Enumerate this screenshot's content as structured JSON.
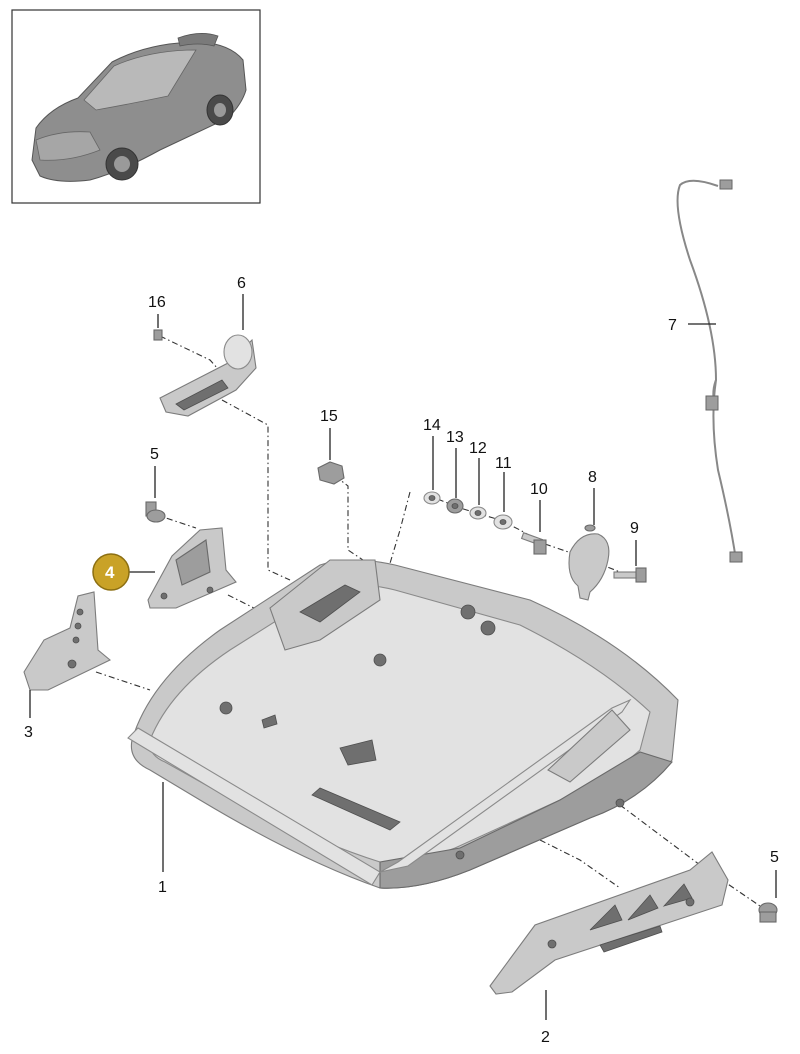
{
  "callouts": [
    {
      "id": "1",
      "label": "1"
    },
    {
      "id": "2",
      "label": "2"
    },
    {
      "id": "3",
      "label": "3"
    },
    {
      "id": "4",
      "label": "4",
      "selected": true
    },
    {
      "id": "5a",
      "label": "5"
    },
    {
      "id": "5b",
      "label": "5"
    },
    {
      "id": "6",
      "label": "6"
    },
    {
      "id": "7",
      "label": "7"
    },
    {
      "id": "8",
      "label": "8"
    },
    {
      "id": "9",
      "label": "9"
    },
    {
      "id": "10",
      "label": "10"
    },
    {
      "id": "11",
      "label": "11"
    },
    {
      "id": "12",
      "label": "12"
    },
    {
      "id": "13",
      "label": "13"
    },
    {
      "id": "14",
      "label": "14"
    },
    {
      "id": "15",
      "label": "15"
    },
    {
      "id": "16",
      "label": "16"
    }
  ],
  "colors": {
    "selected_callout": "#c9a227",
    "part_fill": "#c9c9c9",
    "line": "#222222"
  },
  "icons": {
    "thumbnail": "sports-car-icon"
  }
}
